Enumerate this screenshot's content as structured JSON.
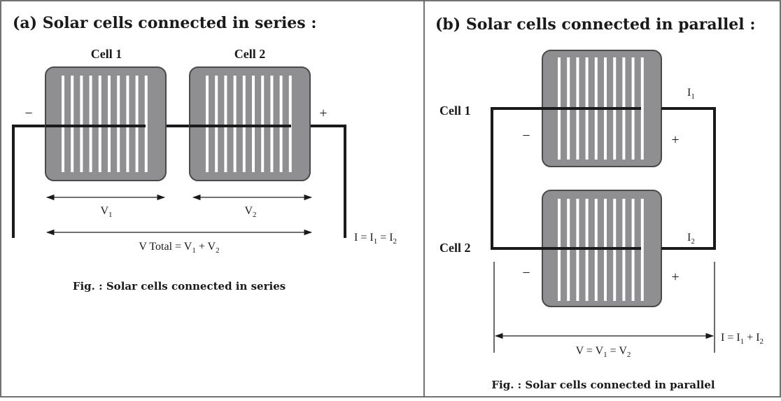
{
  "panel_a": {
    "heading": "(a) Solar cells connected in series :",
    "cell1": "Cell 1",
    "cell2": "Cell 2",
    "minus": "−",
    "plus": "+",
    "v1": {
      "main": "V",
      "sub": "1"
    },
    "v2": {
      "main": "V",
      "sub": "2"
    },
    "vtotal": {
      "prefix": "V Total = V",
      "sub1": "1",
      "mid": " + V",
      "sub2": "2"
    },
    "current": {
      "prefix": "I = I",
      "sub1": "1",
      "mid": " = I",
      "sub2": "2"
    },
    "caption": "Fig. : Solar cells connected in series"
  },
  "panel_b": {
    "heading": "(b) Solar cells connected in parallel :",
    "cell1": "Cell 1",
    "cell2": "Cell 2",
    "minus": "−",
    "plus": "+",
    "i1": {
      "main": "I",
      "sub": "1"
    },
    "i2": {
      "main": "I",
      "sub": "2"
    },
    "voltage": {
      "prefix": "V = V",
      "sub1": "1",
      "mid": " = V",
      "sub2": "2"
    },
    "current": {
      "prefix": "I = I",
      "sub1": "1",
      "mid": " + I",
      "sub2": "2"
    },
    "caption": "Fig. : Solar cells connected in parallel"
  },
  "colors": {
    "cell_fill": "#8f8f91",
    "cell_stroke": "#4a4a4a",
    "stripe": "#ffffff",
    "wire": "#1a1a1a",
    "border": "#444444"
  }
}
